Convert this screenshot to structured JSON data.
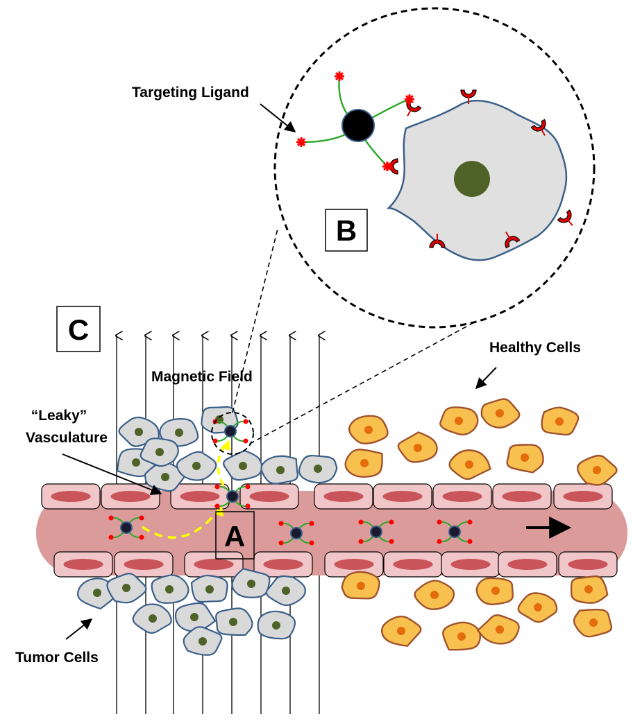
{
  "labels": {
    "targeting_ligand": "Targeting Ligand",
    "magnetic_field": "Magnetic Field",
    "leaky_line1": "“Leaky”",
    "leaky_line2": "Vasculature",
    "healthy_cells": "Healthy Cells",
    "tumor_cells": "Tumor Cells"
  },
  "panels": {
    "a": "A",
    "b": "B",
    "c": "C"
  },
  "colors": {
    "vessel_fill": "#dc9b9b",
    "endothelial_fill": "#f0c6c8",
    "endothelial_nucleus": "#c9555a",
    "tumor_cell_fill": "#d9d9d9",
    "tumor_cell_border": "#3a5f8a",
    "tumor_nucleus": "#4f6228",
    "healthy_cell_fill": "#f8c04f",
    "healthy_cell_border": "#a0522d",
    "healthy_nucleus": "#e46c0a",
    "ligand_tether": "#2aa82a",
    "ligand_head": "#ff0000",
    "receptor": "#e00000",
    "nanoparticle": "#000000",
    "yellow_path": "#ffff00"
  }
}
